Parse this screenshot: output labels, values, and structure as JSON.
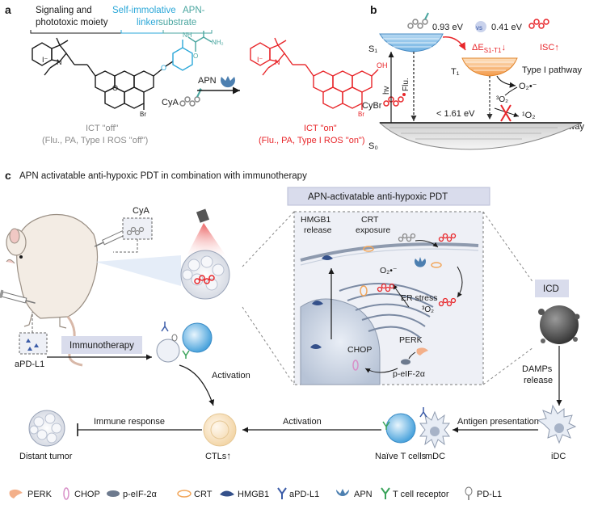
{
  "panel_a": {
    "letter": "a",
    "header_signaling": "Signaling and",
    "header_phototoxic": "phototoxic moiety",
    "header_linker_1": "Self-immolative",
    "header_linker_2": "linker",
    "header_substrate_1": "APN-",
    "header_substrate_2": "substrate",
    "cya_label": "CyA",
    "apn_label": "APN",
    "cybr_label": "CyBr",
    "ict_off": "ICT \"off\"",
    "ict_off_detail": "(Flu., PA, Type I ROS \"off\")",
    "ict_on": "ICT \"on\"",
    "ict_on_detail": "(Flu., PA, Type I ROS \"on\")",
    "atom_n": "N",
    "atom_i": "I⁻",
    "atom_n_plus": "N",
    "atom_o": "O",
    "atom_br": "Br",
    "atom_nh": "NH",
    "atom_nh2": "NH₂",
    "atom_oh": "OH",
    "atom_o2": "O"
  },
  "panel_b": {
    "letter": "b",
    "energy_cya": "0.93 eV",
    "vs_label": "vs",
    "energy_cybr": "0.41 eV",
    "s1_label": "S₁",
    "t1_label": "T₁",
    "s0_label": "S₀",
    "delta_e": "ΔE",
    "delta_sub": "S1-T1",
    "delta_down": "↓",
    "isc_label": "ISC",
    "isc_up": "↑",
    "hv_label": "hv",
    "flu_label": "Flu.",
    "type1_label": "Type I pathway",
    "superoxide_label": "O₂•⁻",
    "triplet_o2_label": "³O₂",
    "threshold_label": "< 1.61 eV",
    "singlet_o2_label": "¹O₂",
    "type2_label": "Type II pathway"
  },
  "panel_c": {
    "letter": "c",
    "title": "APN activatable anti-hypoxic PDT in combination with immunotherapy",
    "pdt_box_title": "APN-activatable anti-hypoxic PDT",
    "cya_label": "CyA",
    "apdl1_label": "aPD-L1",
    "immunotherapy_label": "Immunotherapy",
    "activation_label_1": "Activation",
    "hmgb1_label_1": "HMGB1",
    "hmgb1_label_2": "release",
    "crt_label_1": "CRT",
    "crt_label_2": "exposure",
    "superoxide_label": "O₂•⁻",
    "er_stress_label": "ER stress",
    "triplet_o2_label": "³O₂",
    "perk_label": "PERK",
    "chop_label": "CHOP",
    "peif_label": "p-eIF-2α",
    "icd_label": "ICD",
    "damps_label_1": "DAMPs",
    "damps_label_2": "release",
    "idc_label": "iDC",
    "antigen_label": "Antigen presentation",
    "mdc_label": "mDC",
    "naive_label": "Naïve T cells",
    "activation_label_2": "Activation",
    "ctl_label": "CTLs",
    "ctl_up": "↑",
    "immune_response_label": "Immune response",
    "distant_tumor_label": "Distant tumor"
  },
  "legend": {
    "items": [
      {
        "icon": "perk-icon",
        "label": "PERK"
      },
      {
        "icon": "chop-icon",
        "label": "CHOP"
      },
      {
        "icon": "peif-icon",
        "label": "p-eIF-2α"
      },
      {
        "icon": "crt-icon",
        "label": "CRT"
      },
      {
        "icon": "hmgb1-icon",
        "label": "HMGB1"
      },
      {
        "icon": "apdl1-icon",
        "label": "aPD-L1"
      },
      {
        "icon": "apn-icon",
        "label": "APN"
      },
      {
        "icon": "tcr-icon",
        "label": "T cell receptor"
      },
      {
        "icon": "pdl1-icon",
        "label": "PD-L1"
      }
    ]
  },
  "colors": {
    "black": "#1a1a1a",
    "gray_text": "#8a8a8a",
    "cyan": "#2aa7d8",
    "teal": "#4aa6a0",
    "red": "#e8262a",
    "blue_cell": "#5aaee0",
    "box_fill": "#d9dcec",
    "cell_membrane": "#8e9aae",
    "orange": "#f2a65a",
    "apn_blue": "#4c7fb0"
  }
}
